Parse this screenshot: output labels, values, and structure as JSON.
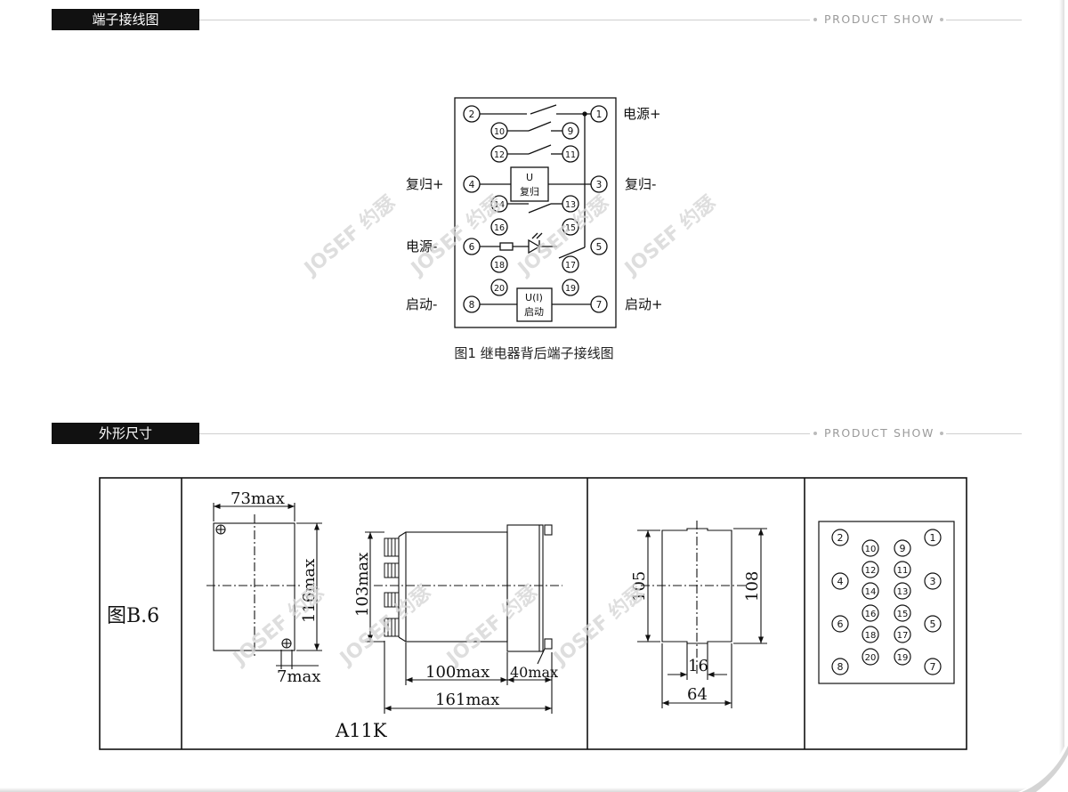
{
  "sections": [
    {
      "label": "端子接线图",
      "tag": "PRODUCT SHOW"
    },
    {
      "label": "外形尺寸",
      "tag": "PRODUCT SHOW"
    }
  ],
  "wiring": {
    "caption": "图1 继电器背后端子接线图",
    "terminals": [
      "1",
      "2",
      "3",
      "4",
      "5",
      "6",
      "7",
      "8",
      "9",
      "10",
      "11",
      "12",
      "13",
      "14",
      "15",
      "16",
      "17",
      "18",
      "19",
      "20"
    ],
    "labels": {
      "power_pos": "电源+",
      "power_neg": "电源-",
      "reset_pos": "复归+",
      "reset_neg": "复归-",
      "start_pos": "启动+",
      "start_neg": "启动-"
    },
    "coil_reset": {
      "line1": "U",
      "line2": "复归"
    },
    "coil_start": {
      "line1": "U(I)",
      "line2": "启动"
    }
  },
  "watermark": "JOSEF 约瑟",
  "dimensions": {
    "figure_label": "图B.6",
    "model": "A11K",
    "front_width": "73max",
    "front_height": "116max",
    "mount_hole": "7max",
    "side_height": "103max",
    "body_depth": "100max",
    "front_depth": "40max",
    "total_depth": "161max",
    "cutout_h1": "105",
    "cutout_h2": "108",
    "cutout_gap": "16",
    "cutout_width": "64"
  },
  "colors": {
    "line": "#111111",
    "accent": "#111111",
    "watermark": "#d9d9d9",
    "rule": "#cfcfcf",
    "tag": "#9a9a9a"
  }
}
